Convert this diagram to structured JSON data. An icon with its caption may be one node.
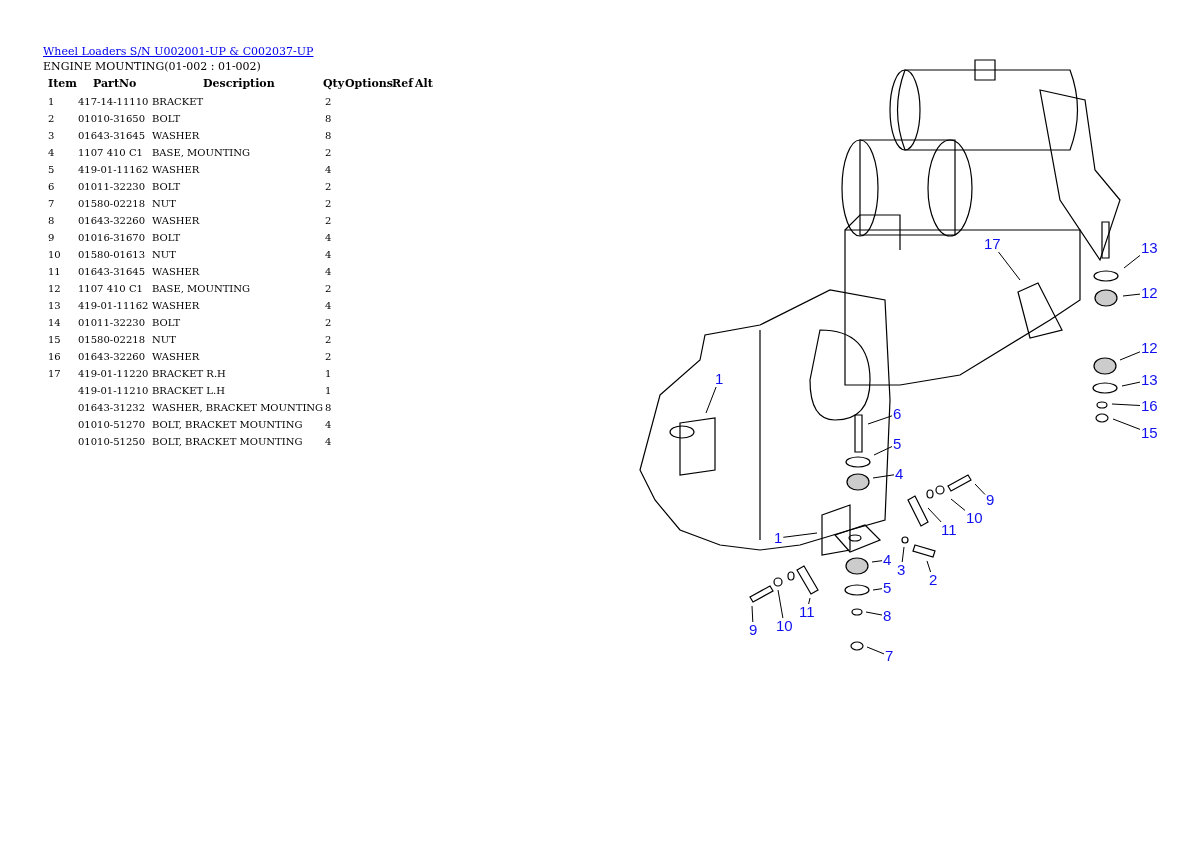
{
  "diagram": {
    "title": "Wheel Loaders S/N U002001-UP & C002037-UP",
    "nodes": [
      {
        "text": [
          "1"
        ]
      },
      {
        "text": [
          "17"
        ]
      },
      {
        "text": [
          "13"
        ]
      },
      {
        "text": [
          "12"
        ]
      },
      {
        "text": [
          "6"
        ]
      },
      {
        "text": [
          "5"
        ]
      },
      {
        "text": [
          "4"
        ]
      },
      {
        "text": [
          "12"
        ]
      },
      {
        "text": [
          "13"
        ]
      },
      {
        "text": [
          "16"
        ]
      },
      {
        "text": [
          "15"
        ]
      },
      {
        "text": [
          "9"
        ]
      },
      {
        "text": [
          "10"
        ]
      },
      {
        "text": [
          "11"
        ]
      },
      {
        "text": [
          "1"
        ]
      },
      {
        "text": [
          "3"
        ]
      },
      {
        "text": [
          "2"
        ]
      },
      {
        "text": [
          "4"
        ]
      },
      {
        "text": [
          "5"
        ]
      },
      {
        "text": [
          "8"
        ]
      },
      {
        "text": [
          "7"
        ]
      },
      {
        "text": [
          "9"
        ]
      },
      {
        "text": [
          "10"
        ]
      },
      {
        "text": [
          "11"
        ]
      }
    ],
    "edges": [
      {
        "from": 0,
        "to": null,
        "arrow": "none"
      },
      {
        "from": 1,
        "to": null,
        "arrow": "none"
      },
      {
        "from": 2,
        "to": null,
        "arrow": "none"
      },
      {
        "from": 3,
        "to": null,
        "arrow": "none"
      },
      {
        "from": 4,
        "to": null,
        "arrow": "none"
      },
      {
        "from": 5,
        "to": null,
        "arrow": "none"
      },
      {
        "from": 6,
        "to": null,
        "arrow": "none"
      },
      {
        "from": 7,
        "to": null,
        "arrow": "none"
      },
      {
        "from": 8,
        "to": null,
        "arrow": "none"
      },
      {
        "from": 9,
        "to": null,
        "arrow": "none"
      },
      {
        "from": 10,
        "to": null,
        "arrow": "none"
      },
      {
        "from": 11,
        "to": null,
        "arrow": "none"
      },
      {
        "from": 12,
        "to": null,
        "arrow": "none"
      },
      {
        "from": 13,
        "to": null,
        "arrow": "none"
      },
      {
        "from": 14,
        "to": null,
        "arrow": "none"
      },
      {
        "from": 15,
        "to": null,
        "arrow": "none"
      },
      {
        "from": 16,
        "to": null,
        "arrow": "none"
      },
      {
        "from": 17,
        "to": null,
        "arrow": "none"
      },
      {
        "from": 18,
        "to": null,
        "arrow": "none"
      },
      {
        "from": 19,
        "to": null,
        "arrow": "none"
      },
      {
        "from": 20,
        "to": null,
        "arrow": "none"
      },
      {
        "from": 21,
        "to": null,
        "arrow": "none"
      },
      {
        "from": 22,
        "to": null,
        "arrow": "none"
      },
      {
        "from": 23,
        "to": null,
        "arrow": "none"
      }
    ],
    "labels": [
      "ENGINE MOUNTING(01-002 : 01-002)",
      "Item",
      "PartNo",
      "Description",
      "Qty",
      "Options",
      "Ref",
      "Alt",
      "1",
      "417-14-11110",
      "BRACKET",
      "2",
      "2",
      "01010-31650",
      "BOLT",
      "8",
      "3",
      "01643-31645",
      "WASHER",
      "8",
      "4",
      "1107 410 C1",
      "BASE,  MOUNTING",
      "2",
      "5",
      "419-01-11162",
      "WASHER",
      "4",
      "6",
      "01011-32230",
      "BOLT",
      "2",
      "7",
      "01580-02218",
      "NUT",
      "2",
      "8",
      "01643-32260",
      "WASHER",
      "2",
      "9",
      "01016-31670",
      "BOLT",
      "4",
      "10",
      "01580-01613",
      "NUT",
      "4",
      "11",
      "01643-31645",
      "WASHER",
      "4",
      "12",
      "1107 410 C1",
      "BASE,  MOUNTING",
      "2",
      "13",
      "419-01-11162",
      "WASHER",
      "4",
      "14",
      "01011-32230",
      "BOLT",
      "2",
      "15",
      "01580-02218",
      "NUT",
      "2",
      "16",
      "01643-32260",
      "WASHER",
      "2",
      "17",
      "419-01-11220",
      "BRACKET R.H",
      "1",
      "419-01-11210",
      "BRACKET L.H",
      "1",
      "01643-31232",
      "WASHER, BRACKET MOUNTING",
      "8",
      "01010-51270",
      "BOLT, BRACKET MOUNTING",
      "4",
      "01010-51250",
      "BOLT, BRACKET MOUNTING",
      "4"
    ]
  }
}
